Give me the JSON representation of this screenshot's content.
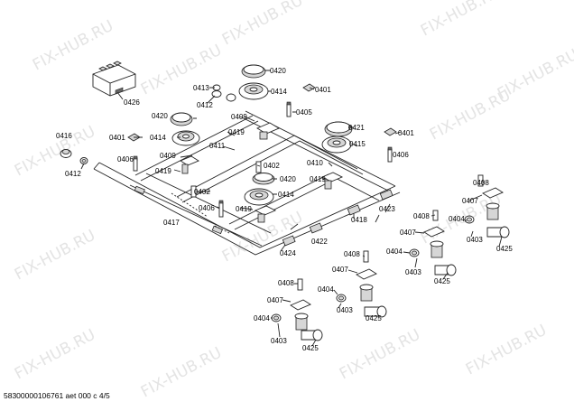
{
  "watermark": "FIX-HUB.RU",
  "footer": "58300000106761 aet 000 c 4/5",
  "labels": {
    "l0420_a": "0420",
    "l0414_a": "0414",
    "l0401_a": "0401",
    "l0413": "0413",
    "l0426": "0426",
    "l0412_a": "0412",
    "l0420_b": "0420",
    "l0409_a": "0409",
    "l0405": "0405",
    "l0421": "0421",
    "l0401_b": "0401",
    "l0419_a": "0419",
    "l0414_b": "0414",
    "l0416": "0416",
    "l0401_c": "0401",
    "l0411": "0411",
    "l0415": "0415",
    "l0406_a": "0406",
    "l0409_b": "0409",
    "l0402_a": "0402",
    "l0410": "0410",
    "l0406_b": "0406",
    "l0412_b": "0412",
    "l0419_b": "0419",
    "l0420_c": "0420",
    "l0419_c": "0419",
    "l0408_a": "0408",
    "l0402_b": "0402",
    "l0414_c": "0414",
    "l0407_a": "0407",
    "l0406_c": "0406",
    "l0419_d": "0419",
    "l0423": "0423",
    "l0404_a": "0404",
    "l0417": "0417",
    "l0418": "0418",
    "l0408_b": "0408",
    "l0407_b": "0407",
    "l0403_a": "0403",
    "l0422": "0422",
    "l0424": "0424",
    "l0425_a": "0425",
    "l0408_c": "0408",
    "l0404_b": "0404",
    "l0407_c": "0407",
    "l0403_b": "0403",
    "l0425_b": "0425",
    "l0408_d": "0408",
    "l0404_c": "0404",
    "l0407_d": "0407",
    "l0403_c": "0403",
    "l0425_c": "0425",
    "l0404_d": "0404",
    "l0403_d": "0403",
    "l0425_d": "0425"
  }
}
